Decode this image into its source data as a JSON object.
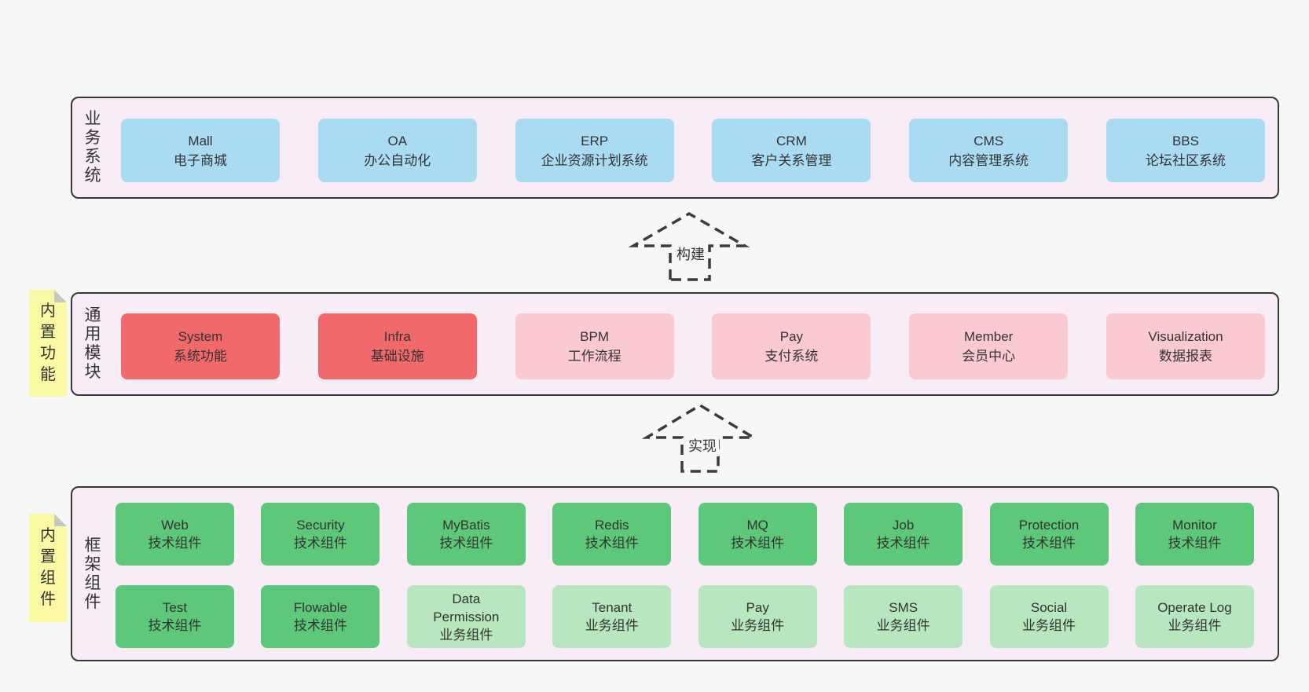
{
  "colors": {
    "page_bg": "#f7f7f7",
    "panel_fill": "#f8edf7",
    "panel_border": "#383838",
    "blue": "#a9dbf2",
    "red": "#f2696c",
    "pink": "#fbc9d2",
    "green": "#5ec87a",
    "light_green": "#b8e6be",
    "note_yellow": "#fbf9a3",
    "note_fold_gray": "#c7c7c7",
    "text": "#333333",
    "arrow_stroke": "#3b3b3b"
  },
  "arrows": [
    {
      "label": "构建"
    },
    {
      "label": "实现"
    }
  ],
  "notes": [
    {
      "label": "内置功能"
    },
    {
      "label": "内置组件"
    }
  ],
  "layers": [
    {
      "side_label": "业务系统",
      "boxes": [
        {
          "name": "Mall",
          "desc": "电子商城",
          "color": "blue"
        },
        {
          "name": "OA",
          "desc": "办公自动化",
          "color": "blue"
        },
        {
          "name": "ERP",
          "desc": "企业资源计划系统",
          "color": "blue"
        },
        {
          "name": "CRM",
          "desc": "客户关系管理",
          "color": "blue"
        },
        {
          "name": "CMS",
          "desc": "内容管理系统",
          "color": "blue"
        },
        {
          "name": "BBS",
          "desc": "论坛社区系统",
          "color": "blue"
        }
      ]
    },
    {
      "side_label": "通用模块",
      "boxes": [
        {
          "name": "System",
          "desc": "系统功能",
          "color": "red"
        },
        {
          "name": "Infra",
          "desc": "基础设施",
          "color": "red"
        },
        {
          "name": "BPM",
          "desc": "工作流程",
          "color": "pink"
        },
        {
          "name": "Pay",
          "desc": "支付系统",
          "color": "pink"
        },
        {
          "name": "Member",
          "desc": "会员中心",
          "color": "pink"
        },
        {
          "name": "Visualization",
          "desc": "数据报表",
          "color": "pink"
        }
      ]
    },
    {
      "side_label": "框架组件",
      "rows": [
        [
          {
            "name": "Web",
            "desc": "技术组件",
            "color": "green"
          },
          {
            "name": "Security",
            "desc": "技术组件",
            "color": "green"
          },
          {
            "name": "MyBatis",
            "desc": "技术组件",
            "color": "green"
          },
          {
            "name": "Redis",
            "desc": "技术组件",
            "color": "green"
          },
          {
            "name": "MQ",
            "desc": "技术组件",
            "color": "green"
          },
          {
            "name": "Job",
            "desc": "技术组件",
            "color": "green"
          },
          {
            "name": "Protection",
            "desc": "技术组件",
            "color": "green"
          },
          {
            "name": "Monitor",
            "desc": "技术组件",
            "color": "green"
          }
        ],
        [
          {
            "name": "Test",
            "desc": "技术组件",
            "color": "green"
          },
          {
            "name": "Flowable",
            "desc": "技术组件",
            "color": "green"
          },
          {
            "name": "Data Permission",
            "desc": "业务组件",
            "color": "light_green"
          },
          {
            "name": "Tenant",
            "desc": "业务组件",
            "color": "light_green"
          },
          {
            "name": "Pay",
            "desc": "业务组件",
            "color": "light_green"
          },
          {
            "name": "SMS",
            "desc": "业务组件",
            "color": "light_green"
          },
          {
            "name": "Social",
            "desc": "业务组件",
            "color": "light_green"
          },
          {
            "name": "Operate Log",
            "desc": "业务组件",
            "color": "light_green"
          }
        ]
      ]
    }
  ]
}
